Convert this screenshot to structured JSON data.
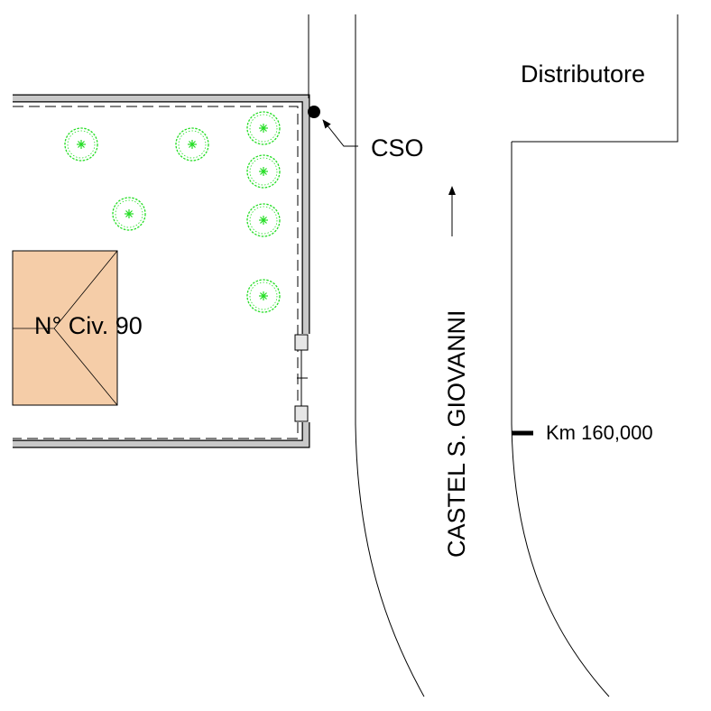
{
  "labels": {
    "distributore": "Distributore",
    "cso": "CSO",
    "house_number": "N° Civ. 90",
    "road_name": "CASTEL S. GIOVANNI",
    "km_marker": "Km 160,000"
  },
  "colors": {
    "building_fill": "#f5cda8",
    "tree_green": "#22dd22",
    "wall_gray": "#c8c8c8",
    "line": "#000000"
  },
  "icons": {
    "tree": "shrub-icon",
    "cso_point": "filled-circle-icon",
    "direction": "arrow-up-icon"
  }
}
